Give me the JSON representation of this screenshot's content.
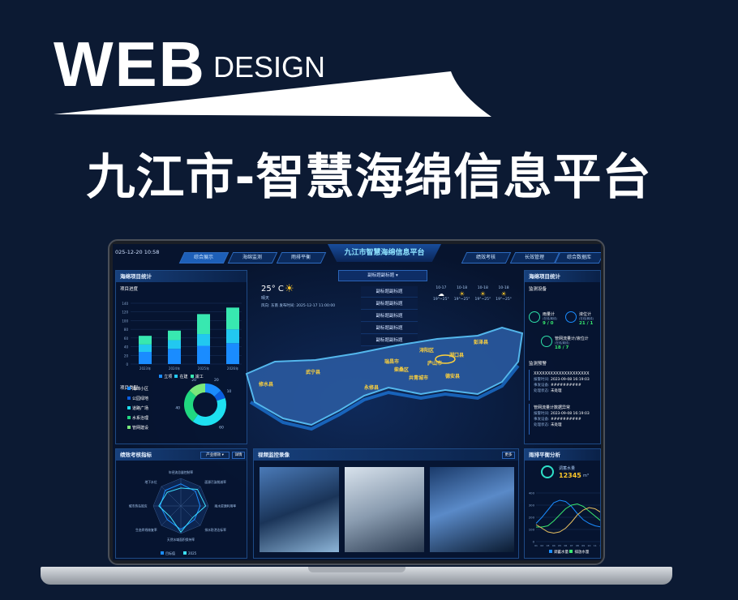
{
  "poster": {
    "web": "WEB",
    "design": "DESIGN",
    "title": "九江市-智慧海绵信息平台"
  },
  "dashboard": {
    "datetime": "025-12-20 10:58",
    "title": "九江市智慧海绵信息平台",
    "tabs_left": [
      {
        "label": "综合展示",
        "active": true
      },
      {
        "label": "海绵监测"
      },
      {
        "label": "雨排平衡"
      }
    ],
    "tabs_right": [
      {
        "label": "绩效考核"
      },
      {
        "label": "长效管理"
      },
      {
        "label": "综合数据库"
      }
    ],
    "weather": {
      "temp": "25° C",
      "condition": "晴天",
      "detail": "风向: 东南  发布时间: 2025-12-17 11:00:00",
      "icon": "sun-icon",
      "forecast": [
        {
          "date": "10-17",
          "icon": "cloud-icon",
          "range": "19°~25°"
        },
        {
          "date": "10-18",
          "icon": "sun-icon",
          "range": "19°~25°"
        },
        {
          "date": "10-18",
          "icon": "sun-icon",
          "range": "19°~25°"
        },
        {
          "date": "10-18",
          "icon": "sun-icon",
          "range": "19°~25°"
        }
      ]
    },
    "dropdown": {
      "selected": "副标题副标题",
      "options": [
        "副标题副标题",
        "副标题副标题",
        "副标题副标题",
        "副标题副标题",
        "副标题副标题"
      ]
    },
    "map_labels": [
      "修水县",
      "武宁县",
      "瑞昌市",
      "永修县",
      "柴桑区",
      "浔阳区",
      "庐山市",
      "湖口县",
      "彭泽县",
      "共青城市",
      "德安县"
    ],
    "left_panel": {
      "title": "海绵项目统计",
      "bar_section": "项目进度",
      "chart_data": {
        "type": "bar",
        "stacked": true,
        "categories": [
          "2023年",
          "2024年",
          "2025年",
          "2026年"
        ],
        "ylim": [
          0,
          140
        ],
        "yticks": [
          0,
          20,
          40,
          60,
          80,
          100,
          120,
          140
        ],
        "series": [
          {
            "name": "立项",
            "color": "#1a8cff",
            "values": [
              28,
              35,
              42,
              48
            ]
          },
          {
            "name": "在建",
            "color": "#22c8f0",
            "values": [
              17,
              20,
              27,
              32
            ]
          },
          {
            "name": "竣工",
            "color": "#38e8b0",
            "values": [
              20,
              22,
              46,
              50
            ]
          }
        ]
      },
      "donut_section": "项目类型",
      "donut": {
        "type": "pie",
        "legend": [
          "海绵小区",
          "公园绿地",
          "道路广场",
          "水系治理",
          "管网建设"
        ],
        "values": [
          20,
          10,
          60,
          40,
          20
        ],
        "colors": [
          "#1a8cff",
          "#0a5ee0",
          "#1ee0f0",
          "#20d880",
          "#7ae87a"
        ]
      }
    },
    "right_panel": {
      "title": "海绵项目统计",
      "device_section": "监测设备",
      "devices": [
        {
          "name": "雨量计",
          "sub": "(在线/离线)",
          "value": "9 / 0"
        },
        {
          "name": "液位计",
          "sub": "(在线/离线)",
          "value": "21 / 1"
        },
        {
          "name": "管网流量计/液位计",
          "sub": "(在线/离线)",
          "value": "18 / 7"
        }
      ],
      "alarm_section": "监测预警",
      "alarms": [
        {
          "title": "XXXXXXXXXXXXXXXXXXXX",
          "time_label": "报警时间:",
          "time": "2023-09-08 16:19:03",
          "no_label": "事发设备:",
          "no": "##########",
          "state_label": "处理状态:",
          "state": "未处理"
        },
        {
          "title": "管网流量计数据异常",
          "time_label": "报警时间:",
          "time": "2023-09-08 16:19:03",
          "no_label": "事发设备:",
          "no": "##########",
          "state_label": "处理状态:",
          "state": "未处理"
        }
      ]
    },
    "radar_panel": {
      "title": "绩效考核指标",
      "select": "产业绩效",
      "button": "详情",
      "axes": [
        "年径流总量控制率",
        "面源污染削减率",
        "雨水资源利用率",
        "排水防涝达标率",
        "天然水域面积保持率",
        "生态岸线恢复率",
        "城市热岛效应",
        "地下水位"
      ],
      "series": [
        {
          "name": "目标值",
          "values": [
            0.8,
            0.75,
            0.7,
            0.7,
            0.85,
            0.7,
            0.75,
            0.8
          ],
          "color": "#1a8cff"
        },
        {
          "name": "2025",
          "values": [
            0.65,
            0.85,
            0.9,
            0.6,
            0.95,
            0.55,
            0.8,
            0.7
          ],
          "color": "#3de0ff"
        }
      ]
    },
    "video_panel": {
      "title": "视频监控录像",
      "button": "更多"
    },
    "balance_panel": {
      "title": "雨排平衡分析",
      "stat_label": "调蓄水量",
      "stat_value": "12345",
      "stat_unit": "m³",
      "chart_data": {
        "type": "line",
        "yticks": [
          0,
          100,
          200,
          300,
          400
        ],
        "ylim": [
          0,
          400
        ],
        "x": [
          "01",
          "02",
          "03",
          "04",
          "05",
          "06",
          "07",
          "08",
          "09",
          "10",
          "11",
          "12"
        ],
        "series": [
          {
            "name": "调蓄水量",
            "color": "#1a8cff",
            "values": [
              150,
              200,
              260,
              320,
              340,
              330,
              290,
              230,
              180,
              150,
              130,
              120
            ]
          },
          {
            "name": "排放水量",
            "color": "#38e870",
            "values": [
              120,
              120,
              130,
              170,
              220,
              270,
              300,
              310,
              290,
              250,
              210,
              170
            ]
          },
          {
            "name": "",
            "color": "#e8c060",
            "values": [
              140,
              110,
              80,
              70,
              80,
              110,
              160,
              220,
              260,
              280,
              270,
              240
            ]
          }
        ]
      }
    }
  }
}
